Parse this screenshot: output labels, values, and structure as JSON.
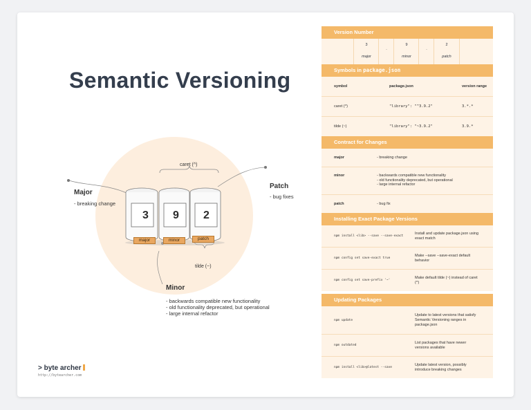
{
  "title": "Semantic Versioning",
  "diagram": {
    "caret_label": "caret (^)",
    "tilde_label": "tilde (~)",
    "digits": [
      "3",
      "9",
      "2"
    ],
    "tags": [
      "major",
      "minor",
      "patch"
    ],
    "major": {
      "title": "Major",
      "lines": [
        "- breaking change"
      ]
    },
    "patch": {
      "title": "Patch",
      "lines": [
        "- bug fixes"
      ]
    },
    "minor": {
      "title": "Minor",
      "lines": [
        "- backwards compatible new functionality",
        "- old functionality deprecated, but operational",
        "- large internal refactor"
      ]
    }
  },
  "brand": {
    "name": "byte archer",
    "url": "http://bytearcher.com"
  },
  "panel": {
    "version_number": {
      "heading": "Version Number",
      "values": [
        "3",
        ".",
        "9",
        ".",
        "2"
      ],
      "names": [
        "major",
        "minor",
        "patch"
      ]
    },
    "symbols": {
      "heading": "Symbols in package.json",
      "headers": [
        "symbol",
        "package.json",
        "version range"
      ],
      "rows": [
        [
          "caret (^)",
          "\"library\": \"^3.9.2\"",
          "3.*.*"
        ],
        [
          "tilde (~)",
          "\"library\": \"~3.9.2\"",
          "3.9.*"
        ]
      ]
    },
    "contract": {
      "heading": "Contract for Changes",
      "rows": [
        {
          "k": "major",
          "v": [
            "- breaking change"
          ]
        },
        {
          "k": "minor",
          "v": [
            "- backwards compatible new functionality",
            "- old functionality deprecated, but operational",
            "- large internal refactor"
          ]
        },
        {
          "k": "patch",
          "v": [
            "- bug fix"
          ]
        }
      ]
    },
    "installing": {
      "heading": "Installing Exact Package Versions",
      "rows": [
        {
          "cmd": "npm install <lib> --save --save-exact",
          "desc": "Install and update package.json using exact match"
        },
        {
          "cmd": "npm config set save-exact true",
          "desc": "Make --save --save-exact default behavior"
        },
        {
          "cmd": "npm config set save-prefix '~'",
          "desc": "Make default tilde (~) instead of caret (^)"
        }
      ]
    },
    "updating": {
      "heading": "Updating Packages",
      "rows": [
        {
          "cmd": "npm update",
          "desc": "Update to latest versions that satisfy Semantic Versioning ranges in package.json"
        },
        {
          "cmd": "npm outdated",
          "desc": "List packages that have newer versions available"
        },
        {
          "cmd": "npm install <lib>@latest --save",
          "desc": "Update latest version, possibly introduce breaking changes"
        }
      ]
    }
  }
}
